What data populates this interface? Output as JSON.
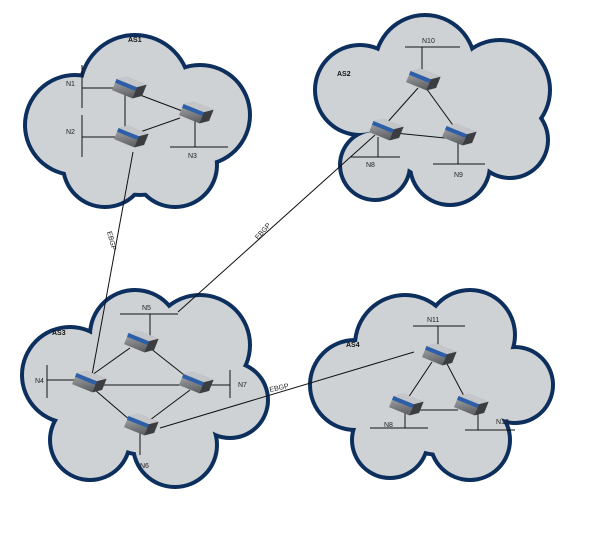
{
  "autonomous_systems": [
    {
      "label": "AS1",
      "networks": [
        "N1",
        "N2",
        "N3"
      ]
    },
    {
      "label": "AS2",
      "networks": [
        "N10",
        "N8",
        "N9"
      ]
    },
    {
      "label": "AS3",
      "networks": [
        "N5",
        "N4",
        "N7",
        "N6"
      ]
    },
    {
      "label": "AS4",
      "networks": [
        "N11",
        "N8",
        "N13"
      ]
    }
  ],
  "links": {
    "ebgp_1": "EBGP",
    "ebgp_2": "EBGP",
    "ebgp_3": "EBGP"
  },
  "colors": {
    "cloud_border": "#0d2f5e",
    "cloud_fill": "#d4d6d9",
    "router_accent": "#2d5fa8"
  }
}
